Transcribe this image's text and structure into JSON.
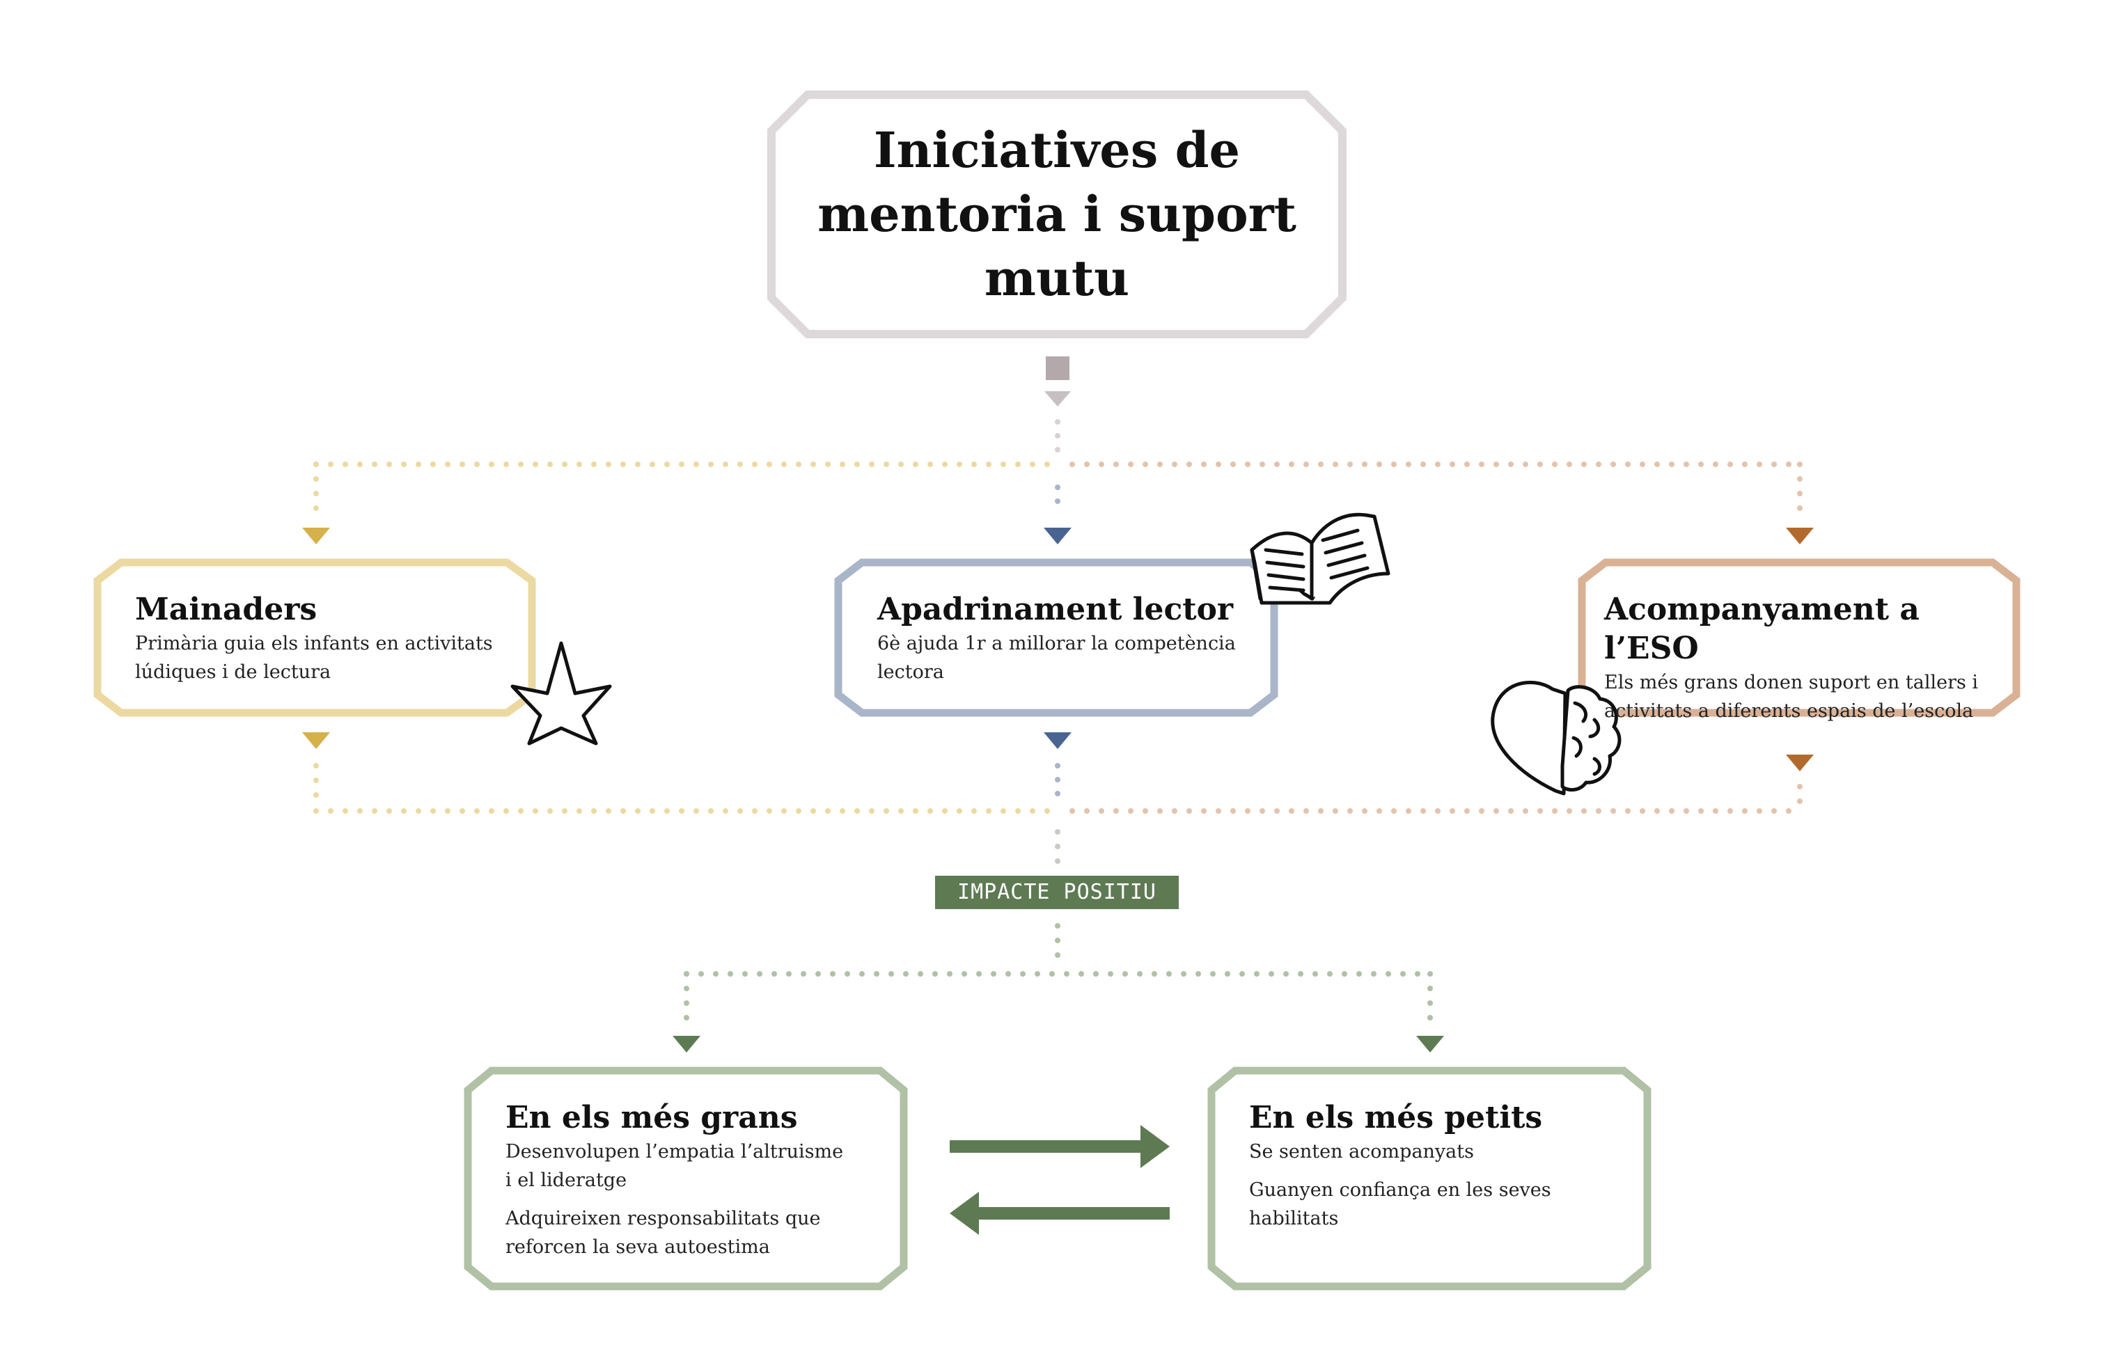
{
  "title": "Iniciatives de mentoria i suport mutu",
  "colors": {
    "title_frame": "#ddd8da",
    "mainaders": "#ecd9a1",
    "mainaders_arrow": "#d5b149",
    "apadrinament": "#a9b5c8",
    "apadrinament_arrow": "#4a6491",
    "eso": "#d9b195",
    "eso_arrow": "#b26a2c",
    "green_frame": "#b0c1a6",
    "green": "#5e7a53",
    "grey_marker": "#b3a9ab"
  },
  "initiatives": [
    {
      "title": "Mainaders",
      "lines": [
        "Primària guia els infants en activitats",
        "lúdiques i de lectura"
      ],
      "icon": "star-icon"
    },
    {
      "title": "Apadrinament lector",
      "lines": [
        "6è ajuda 1r a millorar la competència",
        "lectora"
      ],
      "icon": "open-book-icon"
    },
    {
      "title": "Acompanyament a l’ESO",
      "lines": [
        "Els més grans donen suport en tallers i",
        "activitats a diferents espais de l’escola"
      ],
      "icon": "heart-brain-icon"
    }
  ],
  "impact_label": "IMPACTE POSITIU",
  "outcomes": [
    {
      "title": "En els més grans",
      "paragraphs": [
        [
          "Desenvolupen l’empatia l’altruisme",
          "i el lideratge"
        ],
        [
          "Adquireixen responsabilitats que",
          "reforcen la seva autoestima"
        ]
      ]
    },
    {
      "title": "En els més petits",
      "paragraphs": [
        [
          "Se senten acompanyats"
        ],
        [
          "Guanyen confiança en les seves",
          "habilitats"
        ]
      ]
    }
  ],
  "exchange_icon": "bidirectional-arrows-icon"
}
